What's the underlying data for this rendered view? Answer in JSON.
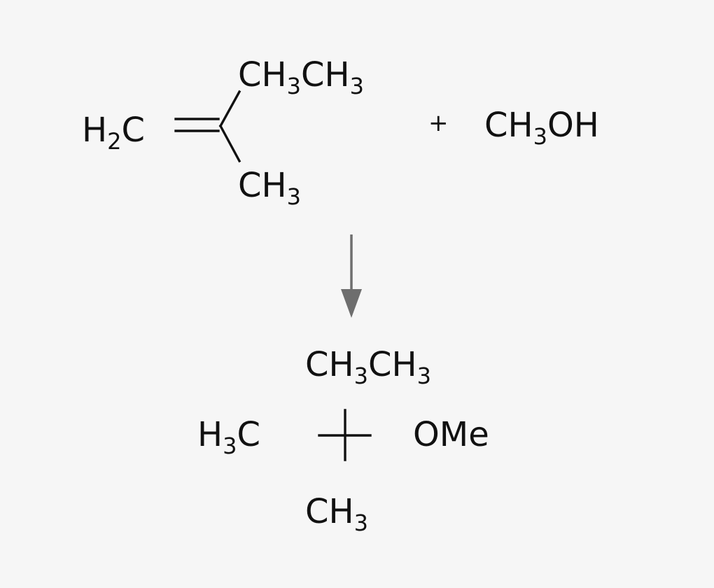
{
  "reaction": {
    "reactant_1": {
      "methylene_group": {
        "main": "H",
        "subscript": "2",
        "tail": "C"
      },
      "upper_substituent": {
        "p1": "CH",
        "s1": "3",
        "p2": "CH",
        "s2": "3"
      },
      "lower_substituent": {
        "main": "CH",
        "subscript": "3"
      }
    },
    "plus_sign": "+",
    "reactant_2": {
      "main": "CH",
      "subscript": "3",
      "tail": "OH"
    },
    "product": {
      "top_substituent": {
        "p1": "CH",
        "s1": "3",
        "p2": "CH",
        "s2": "3"
      },
      "left_substituent": {
        "main": "H",
        "subscript": "3",
        "tail": "C"
      },
      "right_substituent": "OMe",
      "bottom_substituent": {
        "main": "CH",
        "subscript": "3"
      }
    }
  },
  "colors": {
    "background": "#f6f6f6",
    "structure": "#111111",
    "arrow": "#6e6e6e"
  }
}
